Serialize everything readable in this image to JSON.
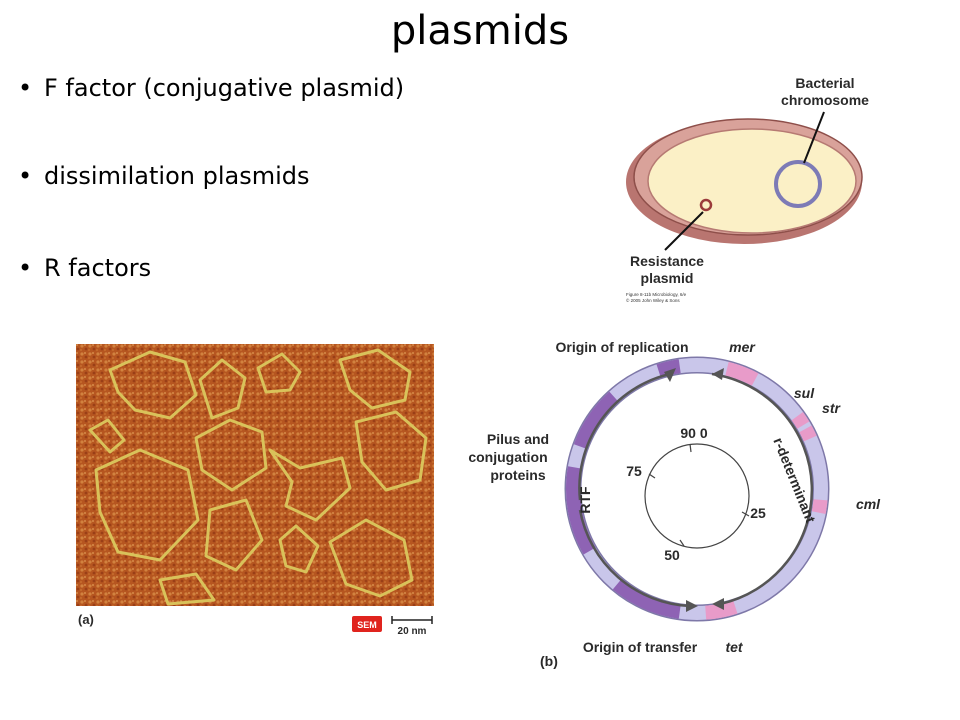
{
  "title": "plasmids",
  "bullets": [
    "F factor (conjugative plasmid)",
    "dissimilation plasmids",
    "R factors"
  ],
  "cell_figure": {
    "label_chromosome_line1": "Bacterial",
    "label_chromosome_line2": "chromosome",
    "label_plasmid_line1": "Resistance",
    "label_plasmid_line2": "plasmid",
    "caption_line1": "Figure 8-11b Microbiology, 6/e",
    "caption_line2": "© 2005 John Wiley & Sons",
    "colors": {
      "cell_fill": "#fbf0c6",
      "cell_wall": "#c98a83",
      "chromosome": "#7d7bb6",
      "plasmid": "#9b3b3b"
    }
  },
  "micrograph": {
    "panel_label": "(a)",
    "badge": "SEM",
    "scale_label": "20 nm",
    "colors": {
      "background": "#b95a22",
      "strands": "#d9c25a",
      "badge": "#e0241e"
    }
  },
  "plasmid_map": {
    "panel_label": "(b)",
    "labels": {
      "origin_replication": "Origin of replication",
      "mer": "mer",
      "sul": "sul",
      "str": "str",
      "cml": "cml",
      "tet": "tet",
      "origin_transfer": "Origin of transfer",
      "pilus_line1": "Pilus and",
      "pilus_line2": "conjugation",
      "pilus_line3": "proteins",
      "rtf": "RTF",
      "r_determinant": "r-determinant"
    },
    "ticks": [
      "90 0",
      "75",
      "25",
      "50"
    ],
    "colors": {
      "ring": "#c9c6ea",
      "purple": "#8e63b4",
      "pink": "#e89bc9"
    }
  }
}
